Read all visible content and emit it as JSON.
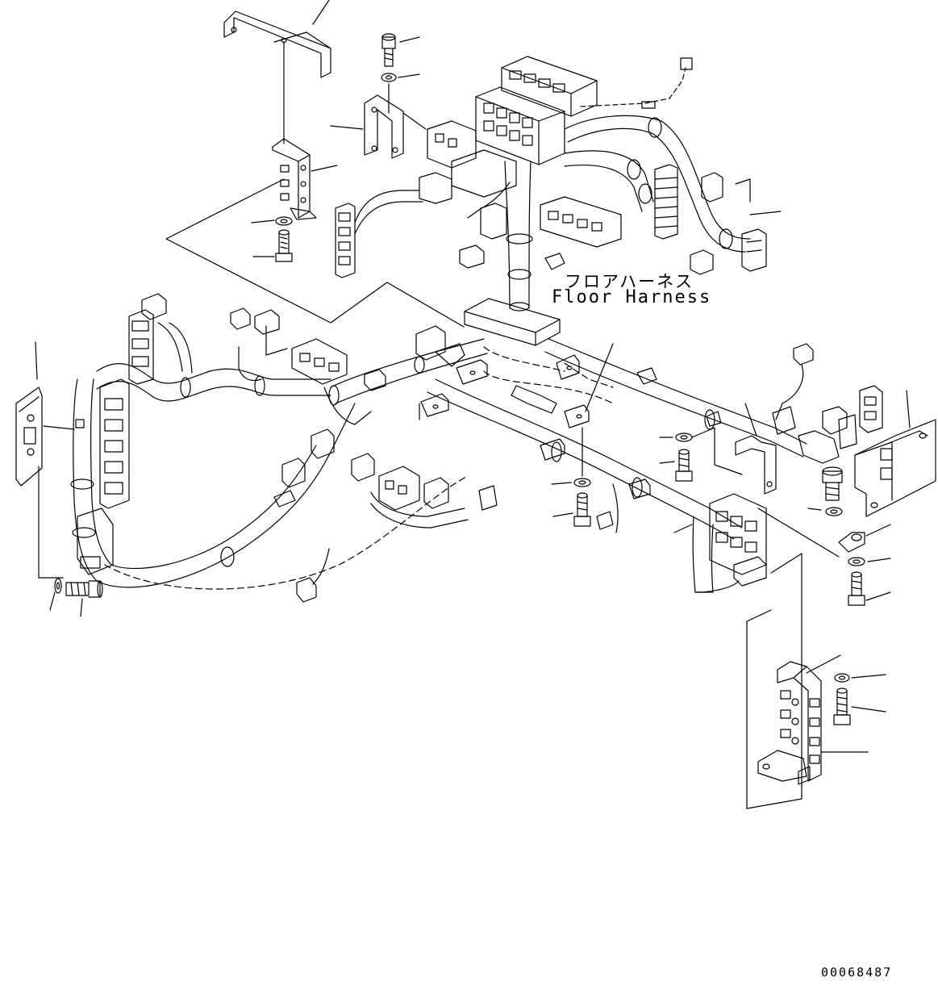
{
  "labels": {
    "harness_name_jp": "フロアハーネス",
    "harness_name_en": "Floor Harness",
    "drawing_code": "00068487"
  },
  "colors": {
    "line": "#000000",
    "background": "#ffffff"
  }
}
